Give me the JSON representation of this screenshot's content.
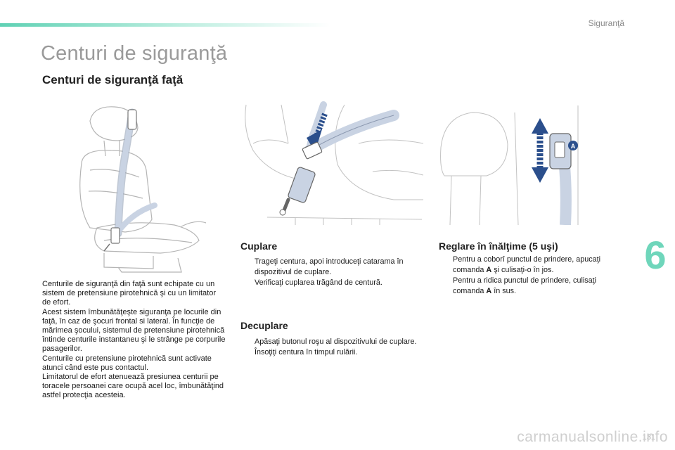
{
  "header": {
    "section_label": "Siguranţă"
  },
  "page": {
    "title": "Centuri de siguranţă",
    "subtitle": "Centuri de siguranţă faţă",
    "page_number": "131",
    "chapter_number": "6",
    "watermark": "carmanualsonline.info"
  },
  "intro_lines": [
    "Centurile de siguranţă din faţă sunt echipate cu un sistem de pretensiune pirotehnică şi cu un limitator de efort.",
    "Acest sistem îmbunătăţeşte siguranţa pe locurile din faţă, în caz de şocuri frontal si lateral. În funcţie de mărimea şocului, sistemul de pretensiune pirotehnică întinde centurile instantaneu şi le strânge pe corpurile pasagerilor.",
    "Centurile cu pretensiune pirotehnică sunt activate atunci când este pus contactul.",
    "Limitatorul de efort atenuează presiunea centurii pe toracele persoanei care ocupă acel loc, îmbunătăţind astfel protecţia acesteia."
  ],
  "cuplare": {
    "title": "Cuplare",
    "bullets": [
      "Trageţi centura, apoi introduceţi catarama în dispozitivul de cuplare.",
      "Verificaţi cuplarea trăgând de centură."
    ]
  },
  "decuplare": {
    "title": "Decuplare",
    "bullets": [
      "Apăsaţi butonul roşu al dispozitivului de cuplare.",
      "Însoţiţi centura în timpul rulării."
    ]
  },
  "reglare": {
    "title": "Reglare în înălţime (5 uşi)",
    "bullet1_a": "Pentru a coborî punctul de prindere, apucaţi comanda ",
    "bullet1_b": " şi culisaţi-o în jos.",
    "bullet2_a": "Pentru a ridica punctul de prindere, culisaţi comanda ",
    "bullet2_b": " în sus.",
    "control_label": "A",
    "callout_label": "A"
  },
  "bullet_symbol": "",
  "colors": {
    "accent": "#6fd6bb",
    "belt": "#c9d3e3",
    "arrow": "#2b4f8c"
  }
}
